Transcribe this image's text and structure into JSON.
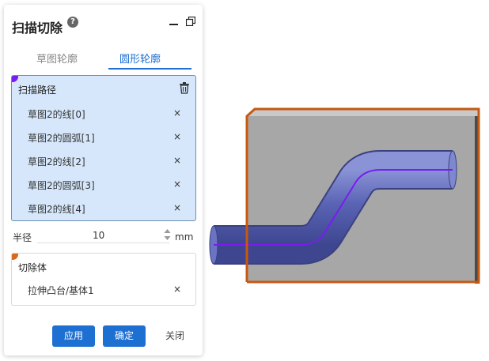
{
  "dialog": {
    "title": "扫描切除",
    "help_icon": "question-circle-icon",
    "tabs": [
      {
        "label": "草图轮廓",
        "active": false
      },
      {
        "label": "圆形轮廓",
        "active": true
      }
    ],
    "sweep_path": {
      "label": "扫描路径",
      "items": [
        {
          "label": "草图2的线[0]"
        },
        {
          "label": "草图2的圆弧[1]"
        },
        {
          "label": "草图2的线[2]"
        },
        {
          "label": "草图2的圆弧[3]"
        },
        {
          "label": "草图2的线[4]"
        }
      ]
    },
    "radius": {
      "label": "半径",
      "value": "10",
      "unit": "mm"
    },
    "cut_body": {
      "label": "切除体",
      "items": [
        {
          "label": "拉伸凸台/基体1"
        }
      ]
    },
    "remove_glyph": "×",
    "buttons": {
      "apply": "应用",
      "ok": "确定",
      "close": "关闭"
    }
  },
  "colors": {
    "accent": "#1e6fd2",
    "selection_bg": "#d6e7fb",
    "path_marker": "#7a1cf0",
    "body_marker": "#d86a1c",
    "body_edge": "#c8580f",
    "pipe": "#5a64b4"
  }
}
